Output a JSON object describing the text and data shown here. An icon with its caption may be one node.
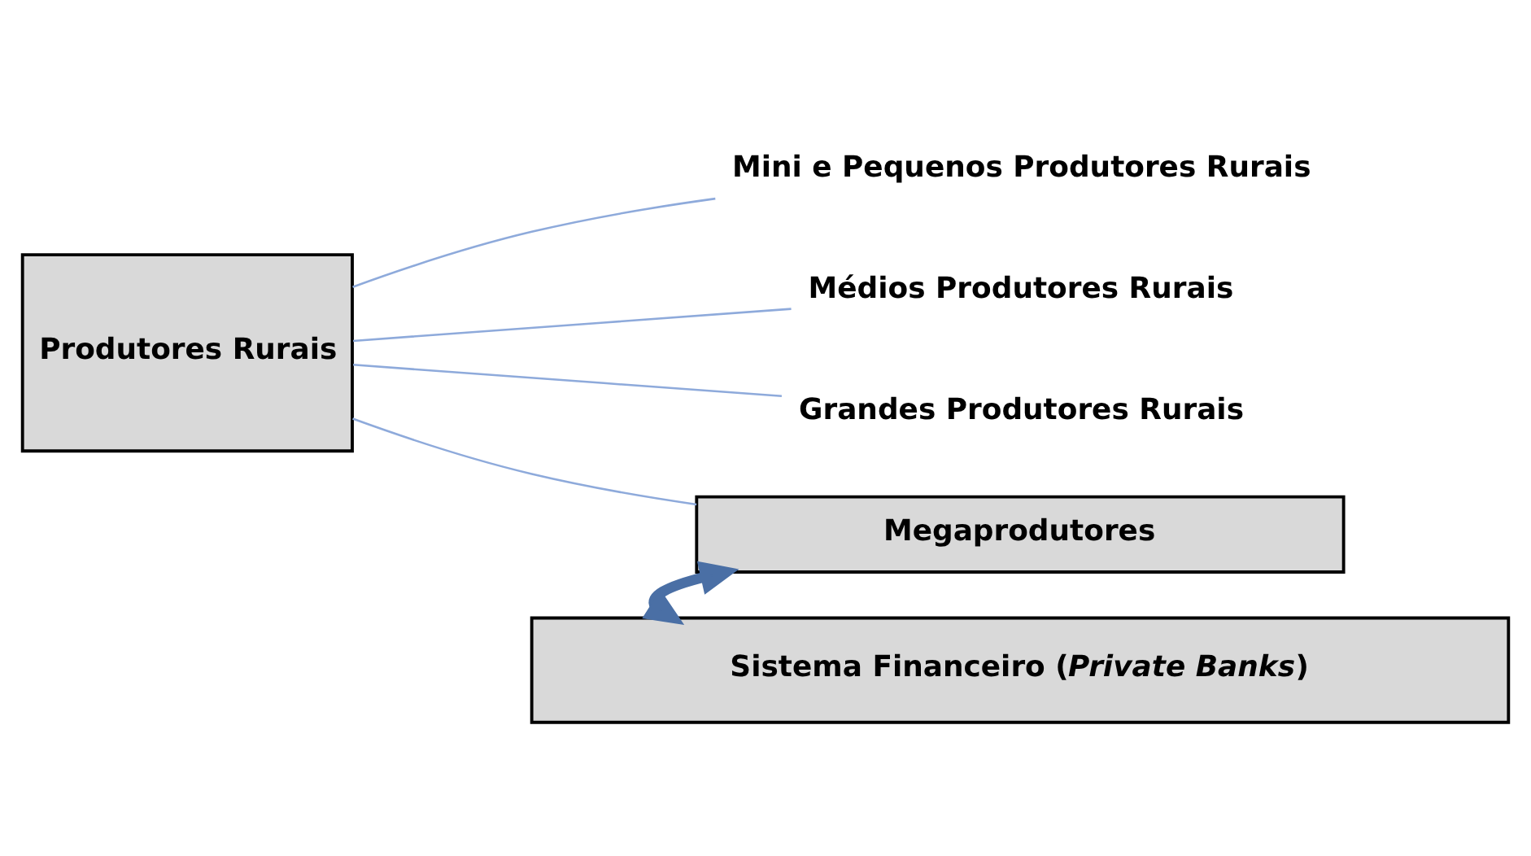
{
  "diagram": {
    "nodes": [
      {
        "text": [
          "Produtores Rurais"
        ]
      },
      {
        "text": [
          "Mini e Pequenos Produtores Rurais"
        ]
      },
      {
        "text": [
          "Médios Produtores Rurais"
        ]
      },
      {
        "text": [
          "Grandes Produtores Rurais"
        ]
      },
      {
        "text": [
          "Megaprodutores"
        ]
      },
      {
        "text": [
          "Sistema Financeiro (*Private Banks*)"
        ]
      }
    ],
    "edges": [
      {
        "from": 0,
        "to": 1,
        "arrow": "none",
        "color": "#8eaadb"
      },
      {
        "from": 0,
        "to": 2,
        "arrow": "none",
        "color": "#8eaadb"
      },
      {
        "from": 0,
        "to": 3,
        "arrow": "none",
        "color": "#8eaadb"
      },
      {
        "from": 0,
        "to": 4,
        "arrow": "none",
        "color": "#8eaadb"
      },
      {
        "from": 4,
        "to": 5,
        "arrow": "both",
        "style": "thick",
        "color": "#4a6fa5"
      }
    ]
  }
}
